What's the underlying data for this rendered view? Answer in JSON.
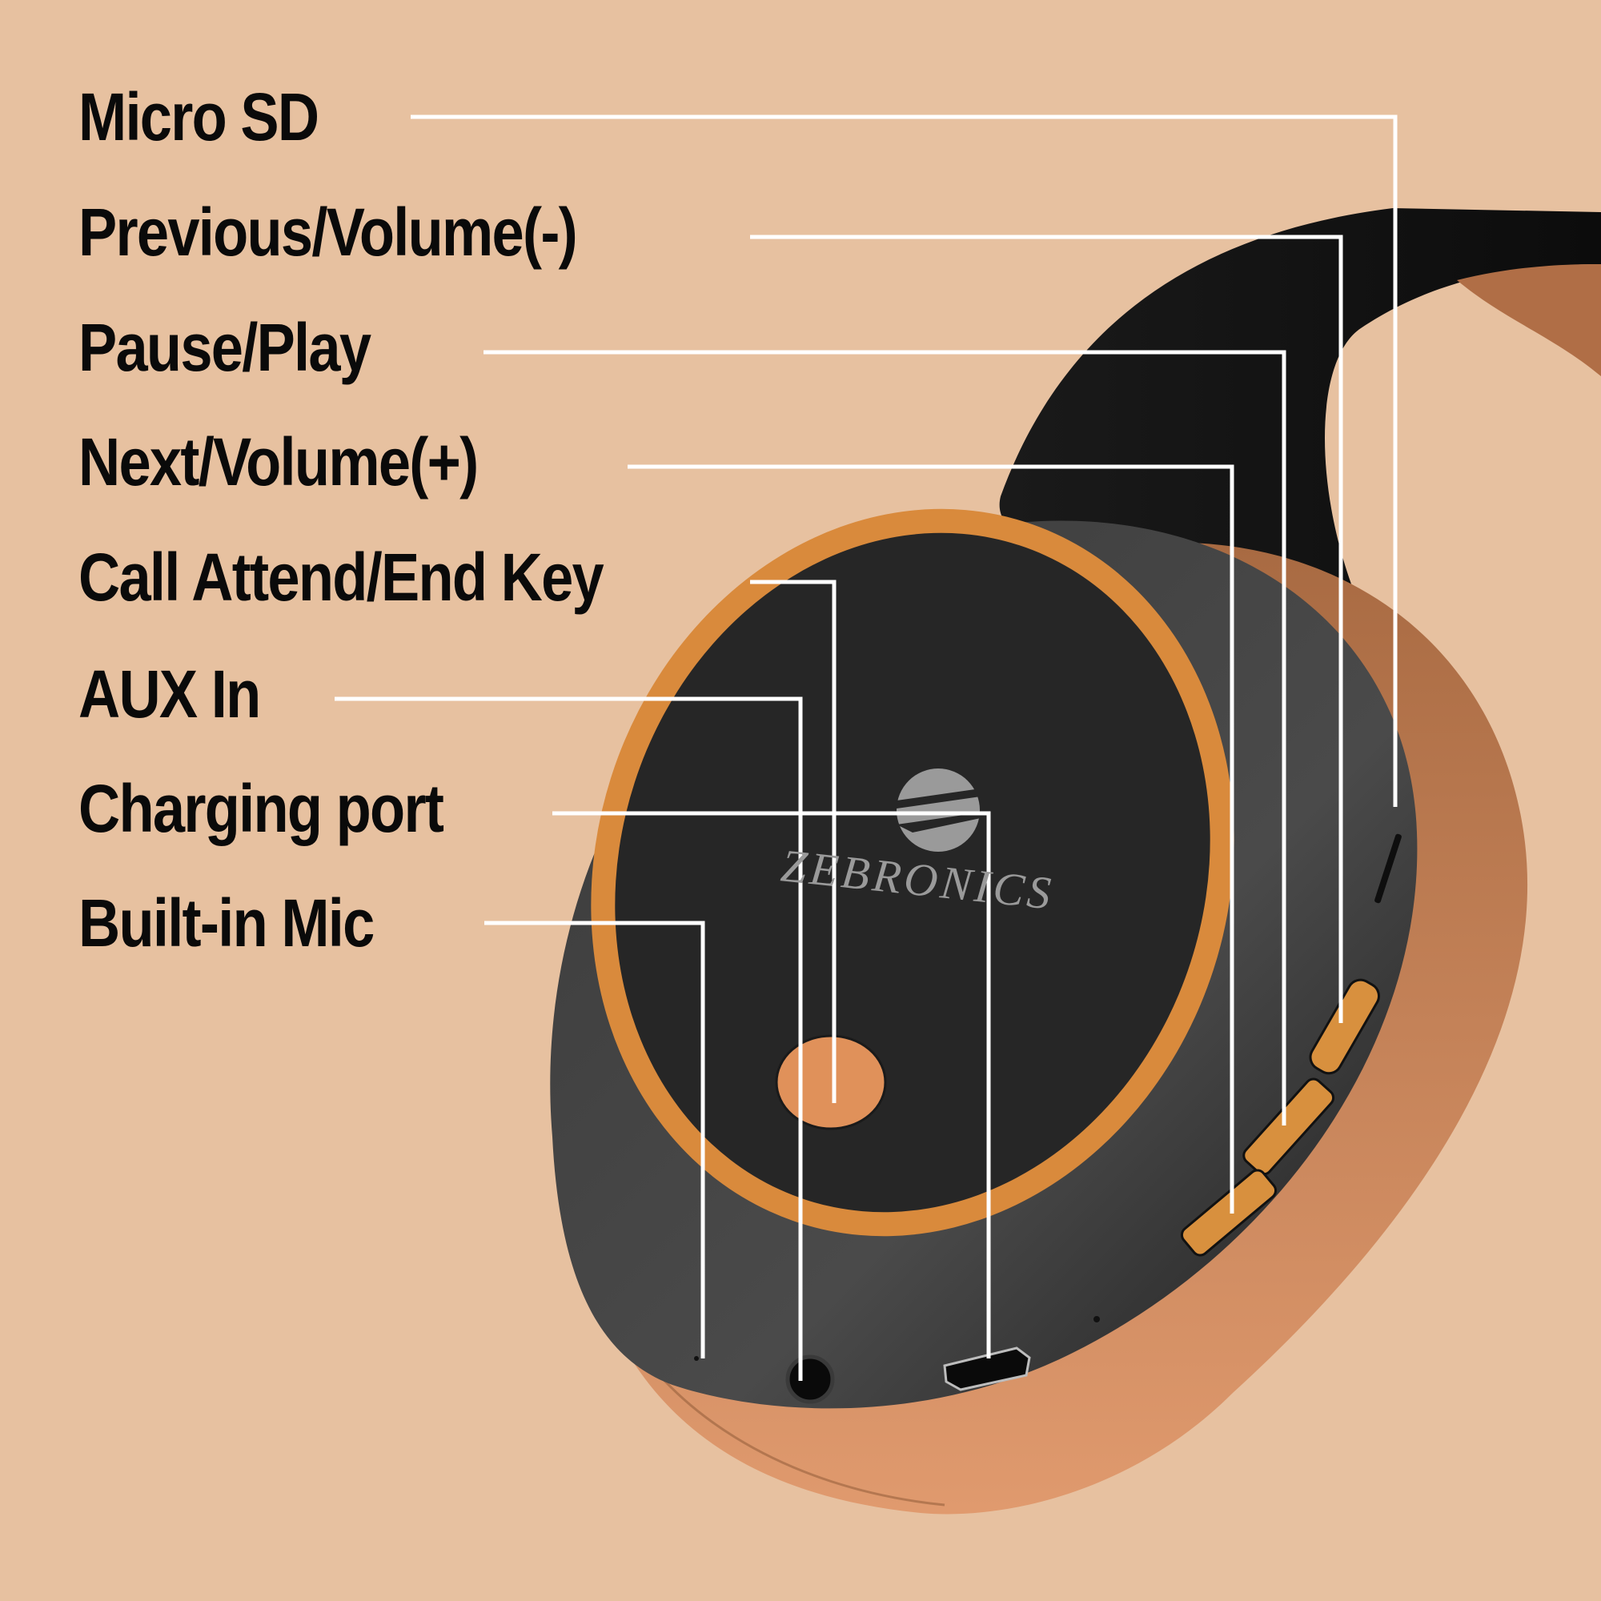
{
  "image": {
    "type": "product-feature-callout",
    "background_color": "#e7c1a0",
    "product": {
      "brand": "ZEBRONICS",
      "colors": {
        "shell": "#2b2b2b",
        "accent": "#d98a3c",
        "cushion": "#c98a5e",
        "headband": "#111111"
      }
    }
  },
  "callouts": [
    {
      "id": "micro-sd",
      "label": "Micro SD"
    },
    {
      "id": "previous-volume-down",
      "label": "Previous/Volume(-)"
    },
    {
      "id": "pause-play",
      "label": "Pause/Play"
    },
    {
      "id": "next-volume-up",
      "label": "Next/Volume(+)"
    },
    {
      "id": "call-key",
      "label": "Call Attend/End Key"
    },
    {
      "id": "aux-in",
      "label": "AUX In"
    },
    {
      "id": "charging-port",
      "label": "Charging port"
    },
    {
      "id": "built-in-mic",
      "label": "Built-in Mic"
    }
  ]
}
